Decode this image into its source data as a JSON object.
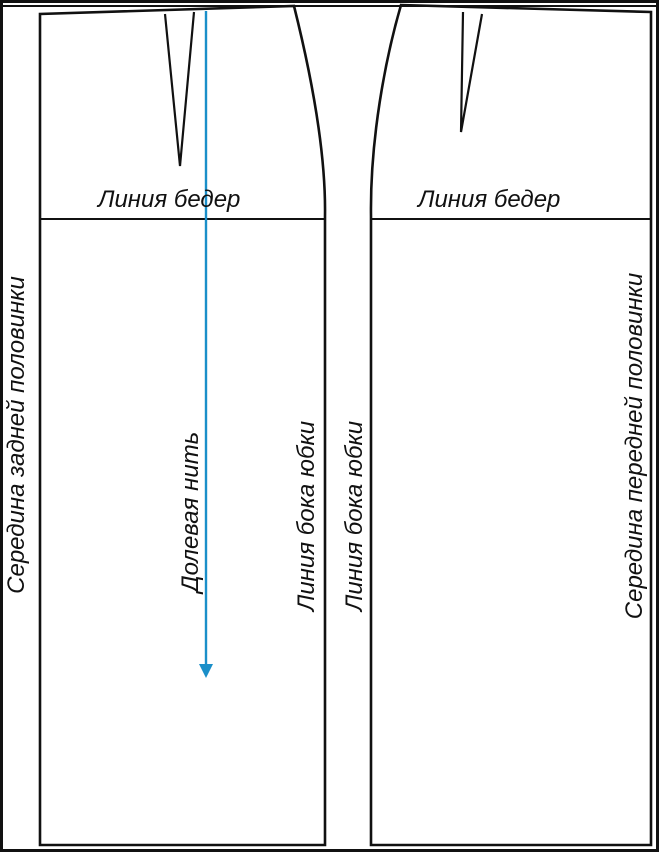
{
  "labels": {
    "hip_line_back": "Линия бедер",
    "hip_line_front": "Линия бедер",
    "center_back": "Середина задней половинки",
    "center_front": "Середина передней половинки",
    "grain_line": "Долевая нить",
    "side_seam_back": "Линия бока юбки",
    "side_seam_front": "Линия бока юбки"
  },
  "colors": {
    "outline": "#111111",
    "grain_line": "#1a8fc9",
    "background": "#ffffff"
  }
}
